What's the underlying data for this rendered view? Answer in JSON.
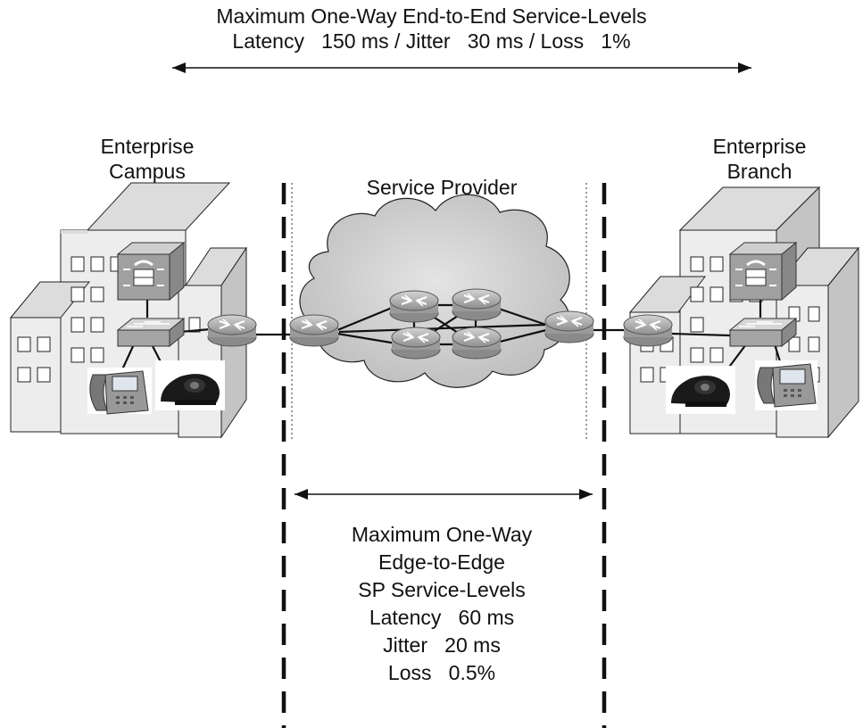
{
  "top_label": {
    "line1": "Maximum One-Way End-to-End Service-Levels",
    "line2": "Latency   150 ms / Jitter   30 ms / Loss   1%"
  },
  "campus_label": {
    "line1": "Enterprise",
    "line2": "Campus"
  },
  "branch_label": {
    "line1": "Enterprise",
    "line2": "Branch"
  },
  "provider_label": "Service Provider",
  "sp_label": {
    "line1": "Maximum One-Way",
    "line2": "Edge-to-Edge",
    "line3": "SP Service-Levels",
    "line4": "Latency   60 ms",
    "line5": "Jitter   20 ms",
    "line6": "Loss   0.5%"
  },
  "colors": {
    "building_front": "#eeeeee",
    "building_side": "#c8c8c8",
    "building_top": "#dcdcdc",
    "cloud": "#cccccc",
    "router": "#a9a9a9",
    "line": "#111111"
  },
  "icons": [
    "building-icon",
    "router-icon",
    "switch-icon",
    "call-manager-icon",
    "ip-phone-icon",
    "video-camera-icon",
    "cloud-icon"
  ]
}
